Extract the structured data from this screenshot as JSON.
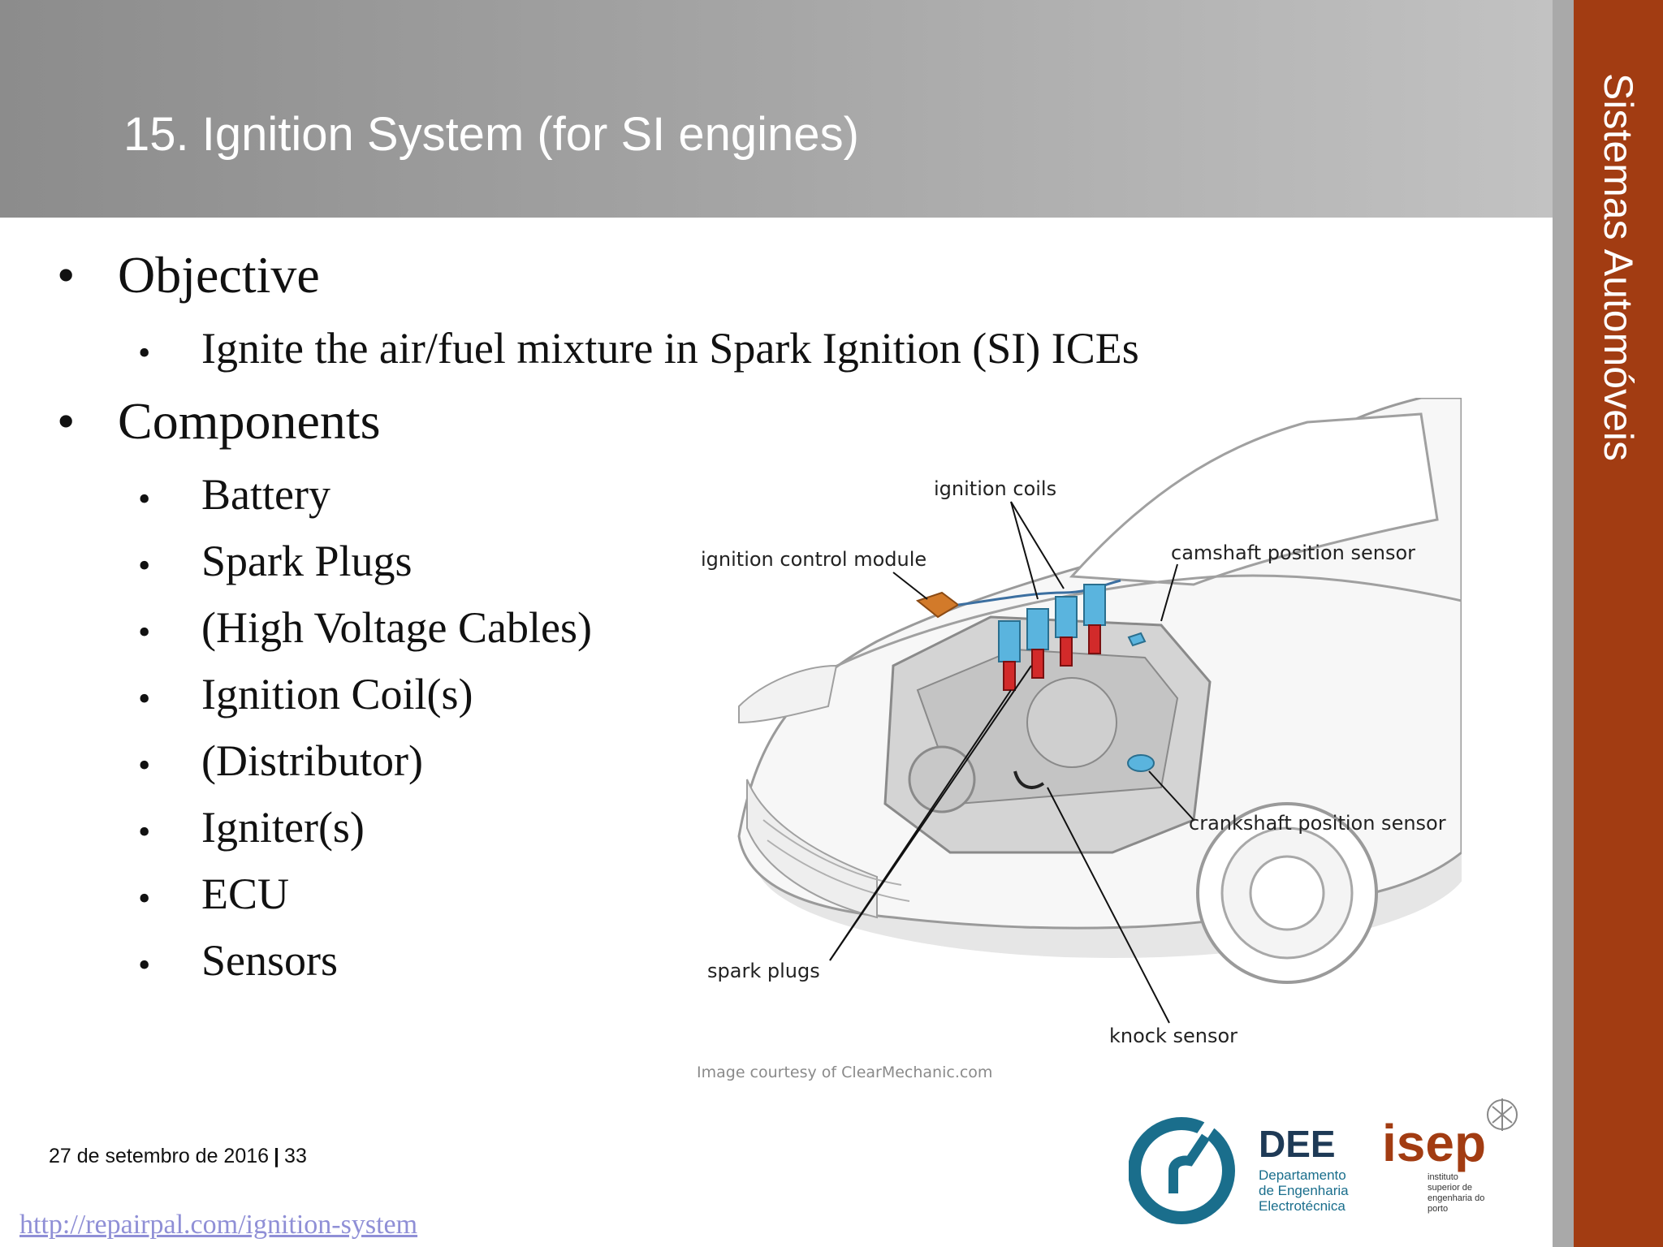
{
  "slide": {
    "title": "15. Ignition System (for SI engines)",
    "side_label": "Sistemas Automóveis",
    "bullets": [
      {
        "text": "Objective"
      },
      {
        "text": "Ignite the air/fuel mixture in Spark Ignition (SI) ICEs"
      },
      {
        "text": "Components"
      },
      {
        "text": "Battery"
      },
      {
        "text": "Spark Plugs"
      },
      {
        "text": "(High Voltage Cables)"
      },
      {
        "text": "Ignition Coil(s)"
      },
      {
        "text": "(Distributor)"
      },
      {
        "text": "Igniter(s)"
      },
      {
        "text": "ECU"
      },
      {
        "text": "Sensors"
      }
    ],
    "bullet_char": "•",
    "footer": {
      "date": "27 de setembro de 2016",
      "separator": "|",
      "page": "33"
    },
    "link": "http://repairpal.com/ignition-system"
  },
  "figure": {
    "labels": {
      "ignition_coils": "ignition coils",
      "ignition_control_module": "ignition control module",
      "camshaft_sensor": "camshaft position sensor",
      "crankshaft_sensor": "crankshaft position sensor",
      "spark_plugs": "spark plugs",
      "knock_sensor": "knock sensor"
    },
    "courtesy": "Image courtesy of ClearMechanic.com"
  },
  "logos": {
    "dee": {
      "abbr": "DEE",
      "line1": "Departamento",
      "line2": "de Engenharia",
      "line3": "Electrotécnica"
    },
    "isep": {
      "abbr": "isep",
      "line1": "instituto",
      "line2": "superior de",
      "line3": "engenharia do",
      "line4": "porto"
    }
  },
  "colors": {
    "header": "#a6a6a6",
    "sidebar": "#a23c12",
    "coil": "#5ab4de",
    "plug": "#d22a2a",
    "module": "#d27a2a",
    "dee_blue": "#1a6e8c",
    "isep_red": "#a23c12"
  }
}
